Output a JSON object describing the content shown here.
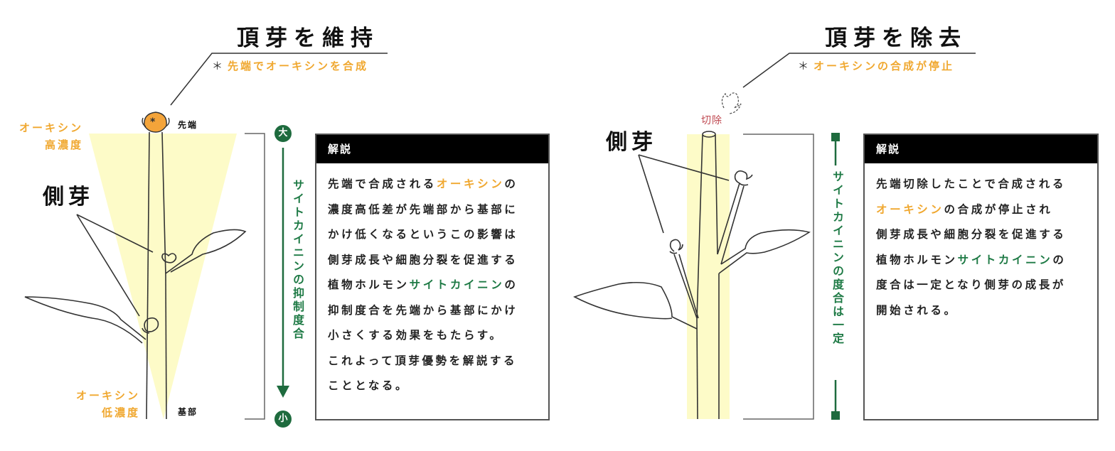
{
  "left": {
    "title": "頂芽を維持",
    "subtitle_asterisk": "＊",
    "subtitle": "先端でオーキシンを合成",
    "auxin_high_line1": "オーキシン",
    "auxin_high_line2": "高濃度",
    "auxin_low_line1": "オーキシン",
    "auxin_low_line2": "低濃度",
    "tip_label": "先端",
    "base_label": "基部",
    "lateral_bud_label": "側芽",
    "scale_top": "大",
    "scale_bottom": "小",
    "scale_text": "サイトカイニンの抑制度合",
    "panel": {
      "header": "解説",
      "lines": [
        [
          {
            "t": "先端で合成される"
          },
          {
            "t": "オーキシン",
            "c": "orange"
          },
          {
            "t": "の"
          }
        ],
        [
          {
            "t": "濃度高低差が先端部から基部に"
          }
        ],
        [
          {
            "t": "かけ低くなるというこの影響は"
          }
        ],
        [
          {
            "t": "側芽成長や細胞分裂を促進する"
          }
        ],
        [
          {
            "t": "植物ホルモン"
          },
          {
            "t": "サイトカイニン",
            "c": "green"
          },
          {
            "t": "の"
          }
        ],
        [
          {
            "t": "抑制度合を先端から基部にかけ"
          }
        ],
        [
          {
            "t": "小さくする効果をもたらす。"
          }
        ],
        [
          {
            "t": "これよって頂芽優勢を解説する"
          }
        ],
        [
          {
            "t": "こととなる。"
          }
        ]
      ]
    }
  },
  "right": {
    "title": "頂芽を除去",
    "subtitle_asterisk": "＊",
    "subtitle": "オーキシンの合成が停止",
    "cut_label": "切除",
    "lateral_bud_label": "側芽",
    "scale_text": "サイトカイニンの度合は一定",
    "panel": {
      "header": "解説",
      "lines": [
        [
          {
            "t": "先端切除したことで合成される"
          }
        ],
        [
          {
            "t": "オーキシン",
            "c": "orange"
          },
          {
            "t": "の合成が停止され"
          }
        ],
        [
          {
            "t": "側芽成長や細胞分裂を促進する"
          }
        ],
        [
          {
            "t": "植物ホルモン"
          },
          {
            "t": "サイトカイニン",
            "c": "green"
          },
          {
            "t": "の"
          }
        ],
        [
          {
            "t": "度合は一定となり側芽の成長が"
          }
        ],
        [
          {
            "t": "開始される。"
          }
        ]
      ]
    }
  },
  "colors": {
    "auxin_orange": "#f0a830",
    "cytokinin_green": "#1e7a45",
    "highlight_yellow": "#fdfbc8",
    "cut_red": "#c04a52"
  }
}
